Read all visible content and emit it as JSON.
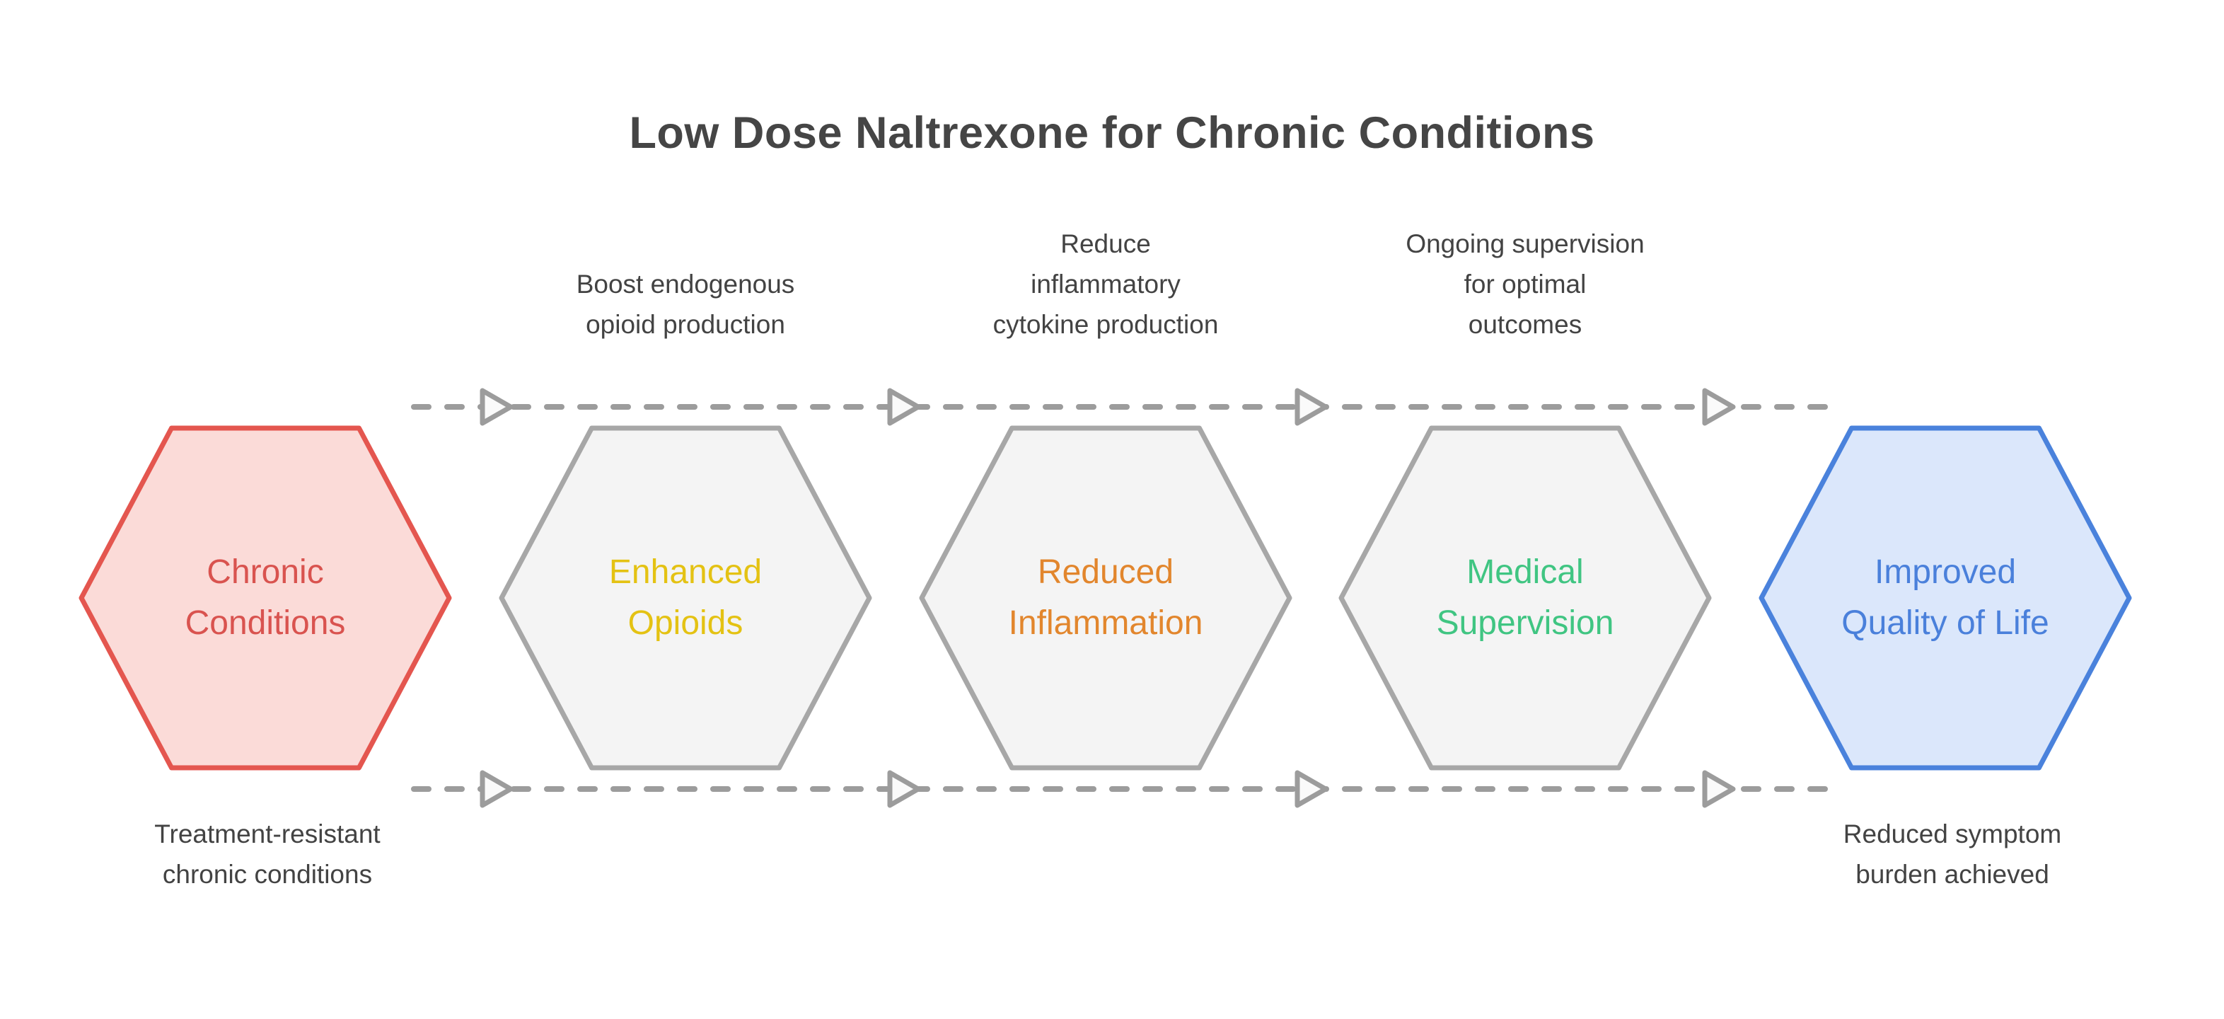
{
  "title": "Low Dose Naltrexone for Chronic Conditions",
  "colors": {
    "title_text": "#454545",
    "annotation_text": "#434343",
    "connector_line": "#9C9C9C",
    "arrowhead_fill": "#FAFAFA",
    "arrowhead_stroke": "#9C9C9C"
  },
  "hexagons": [
    {
      "label": "Chronic\nConditions",
      "fill": "#FBDBD8",
      "stroke": "#E4564F",
      "text_color": "#D9534F"
    },
    {
      "label": "Enhanced\nOpioids",
      "fill": "#F4F4F4",
      "stroke": "#A7A7A7",
      "text_color": "#E4C213"
    },
    {
      "label": "Reduced\nInflammation",
      "fill": "#F4F4F4",
      "stroke": "#A7A7A7",
      "text_color": "#E2862D"
    },
    {
      "label": "Medical\nSupervision",
      "fill": "#F4F4F4",
      "stroke": "#A7A7A7",
      "text_color": "#40C582"
    },
    {
      "label": "Improved\nQuality of Life",
      "fill": "#DBE7FB",
      "stroke": "#4A82DC",
      "text_color": "#4A80DB"
    }
  ],
  "top_annotations": [
    {
      "text": "Boost endogenous\nopioid production"
    },
    {
      "text": "Reduce\ninflammatory\ncytokine production"
    },
    {
      "text": "Ongoing supervision\nfor optimal\noutcomes"
    }
  ],
  "bottom_annotations": [
    {
      "text": "Treatment-resistant\nchronic conditions"
    },
    {
      "text": "Reduced symptom\nburden achieved"
    }
  ]
}
